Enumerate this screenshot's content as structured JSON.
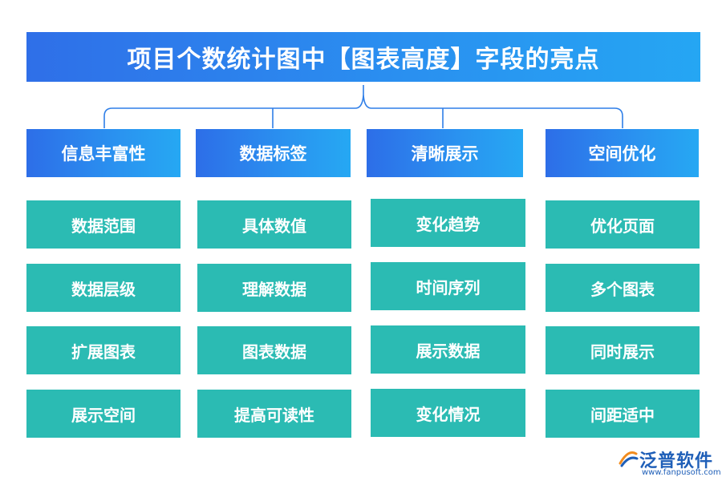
{
  "title": "项目个数统计图中【图表高度】字段的亮点",
  "columns": [
    {
      "header": "信息丰富性",
      "items": [
        "数据范围",
        "数据层级",
        "扩展图表",
        "展示空间"
      ]
    },
    {
      "header": "数据标签",
      "items": [
        "具体数值",
        "理解数据",
        "图表数据",
        "提高可读性"
      ]
    },
    {
      "header": "清晰展示",
      "items": [
        "变化趋势",
        "时间序列",
        "展示数据",
        "变化情况"
      ]
    },
    {
      "header": "空间优化",
      "items": [
        "优化页面",
        "多个图表",
        "同时展示",
        "间距适中"
      ]
    }
  ],
  "logo": {
    "name": "泛普软件",
    "url": "www.fanpusoft.com"
  },
  "colors": {
    "header_blue": "#2a8ff0",
    "cell_teal": "#2bbbb3",
    "connector": "#2f7fe8"
  }
}
